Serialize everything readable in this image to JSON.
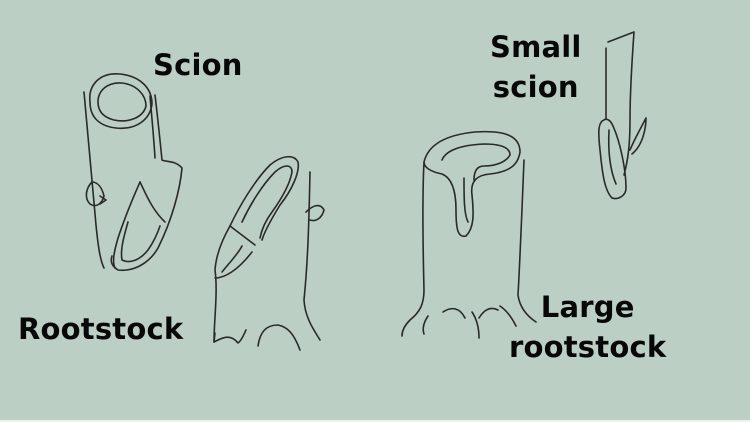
{
  "figure": {
    "background_color": "#bbcfc4",
    "ink_color": "#080808",
    "labels": {
      "scion": "Scion",
      "rootstock": "Rootstock",
      "small_scion": [
        "Small",
        "scion"
      ],
      "large_rootstock": [
        "Large",
        "rootstock"
      ]
    },
    "drawings": [
      {
        "name": "scion-sketch",
        "depicts": "scion cutting with wedge-cut base"
      },
      {
        "name": "rootstock-sketch",
        "depicts": "rootstock with slanted cut receiving scion"
      },
      {
        "name": "large-rootstock-sketch",
        "depicts": "large rootstock stump with T-shaped cleft"
      },
      {
        "name": "small-scion-sketch",
        "depicts": "small scion stick with bud"
      }
    ]
  }
}
